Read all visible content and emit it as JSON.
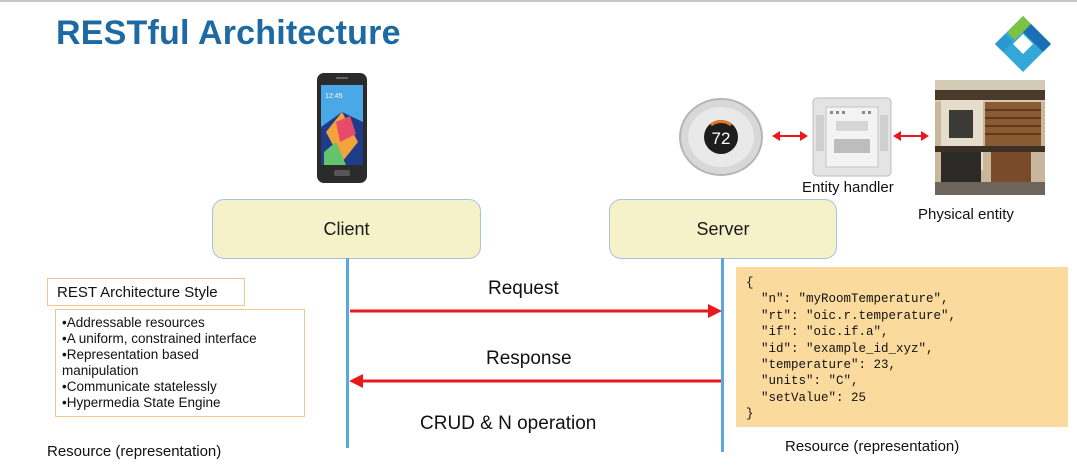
{
  "title": "RESTful Architecture",
  "client": {
    "label": "Client"
  },
  "server": {
    "label": "Server"
  },
  "messages": {
    "request": "Request",
    "response": "Response",
    "crud": "CRUD & N operation"
  },
  "rest_style": {
    "title": "REST Architecture Style",
    "items": [
      "•Addressable resources",
      "•A uniform, constrained interface",
      "•Representation based",
      "manipulation",
      "•Communicate statelessly",
      "•Hypermedia State Engine"
    ]
  },
  "resource_labels": {
    "left": "Resource (representation)",
    "right": "Resource (representation)"
  },
  "json_lines": [
    "{",
    "  \"n\": \"myRoomTemperature\",",
    "  \"rt\": \"oic.r.temperature\",",
    "  \"if\": \"oic.if.a\",",
    "  \"id\": \"example_id_xyz\",",
    "  \"temperature\": 23,",
    "  \"units\": \"C\",",
    "  \"setValue\": 25",
    "}"
  ],
  "entity_handler_label": "Entity handler",
  "physical_entity_label": "Physical entity",
  "thermostat_display": "72",
  "colors": {
    "title": "#1d6aa3",
    "lane_box": "#f5f1c9",
    "lifeline": "#5ca7dc",
    "arrow": "#e8191c",
    "json_bg": "#fbdb9d",
    "list_border": "#f3c78c"
  }
}
